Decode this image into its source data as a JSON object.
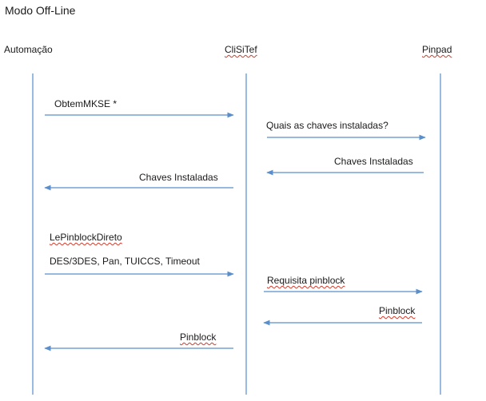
{
  "title": "Modo Off-Line",
  "actors": {
    "automacao": "Automação",
    "clisitef": "CliSiTef",
    "pinpad": "Pinpad"
  },
  "messages": {
    "m1": "ObtemMKSE *",
    "m2": "Quais as chaves instaladas?",
    "m3": "Chaves Instaladas",
    "m4": "Chaves Instaladas",
    "m5_line1": "LePinblockDireto",
    "m5_line2": "DES/3DES, Pan, TUICCS, Timeout",
    "m6": "Requisita pinblock",
    "m7": "Pinblock",
    "m8": "Pinblock"
  },
  "colors": {
    "lifeline": "#6f9ed4",
    "arrow": "#5b8fcc",
    "spellcheck": "#d23a2a"
  }
}
